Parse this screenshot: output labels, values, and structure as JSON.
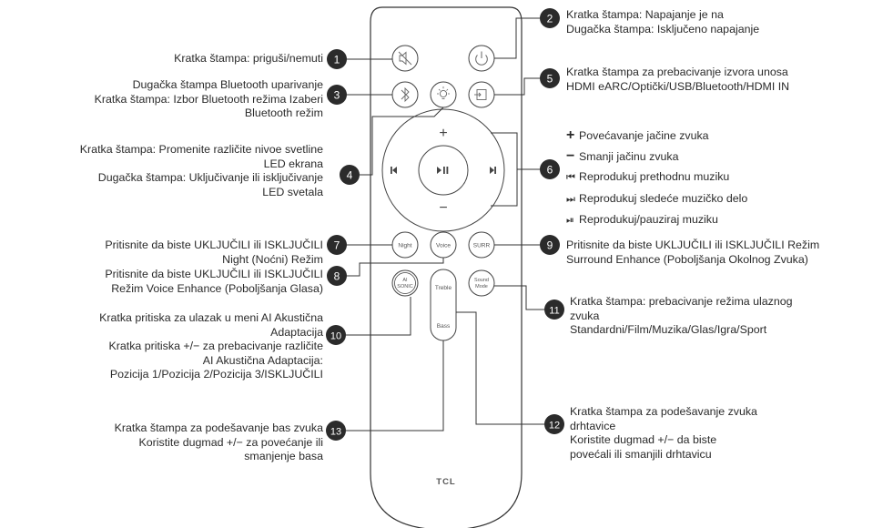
{
  "remote": {
    "brand": "TCL",
    "buttons": {
      "night": "Night",
      "voice": "Voice",
      "surr": "SURR",
      "ai_sonic_line1": "AI",
      "ai_sonic_line2": "SONIC",
      "treble": "Treble",
      "bass": "Bass",
      "sound_mode_line1": "Sound",
      "sound_mode_line2": "Mode",
      "vol_plus": "+",
      "vol_minus": "−"
    }
  },
  "callouts": [
    {
      "num": "1",
      "lines": [
        "Kratka štampa: priguši/nemuti"
      ]
    },
    {
      "num": "2",
      "lines": [
        "Kratka štampa: Napajanje je na",
        "Dugačka štampa: Isključeno napajanje"
      ]
    },
    {
      "num": "3",
      "lines": [
        "Dugačka štampa Bluetooth uparivanje",
        "Kratka štampa: Izbor Bluetooth režima Izaberi",
        "Bluetooth režim"
      ]
    },
    {
      "num": "4",
      "lines": [
        "Kratka štampa: Promenite različite nivoe svetline",
        "LED ekrana",
        "Dugačka štampa: Uključivanje ili isključivanje",
        "LED svetala"
      ]
    },
    {
      "num": "5",
      "lines": [
        "Kratka štampa za prebacivanje izvora unosa",
        "HDMI eARC/Optički/USB/Bluetooth/HDMI IN"
      ]
    },
    {
      "num": "6",
      "items": [
        {
          "glyph": "+",
          "text": "Povećavanje jačine zvuka"
        },
        {
          "glyph": "−",
          "text": "Smanji jačinu zvuka"
        },
        {
          "glyph": "⏮",
          "text": "Reprodukuj prethodnu muziku"
        },
        {
          "glyph": "⏭",
          "text": "Reprodukuj sledeće muzičko delo"
        },
        {
          "glyph": "⏯",
          "text": "Reprodukuj/pauziraj muziku"
        }
      ]
    },
    {
      "num": "7",
      "lines": [
        "Pritisnite da biste UKLJUČILI ili ISKLJUČILI",
        "Night (Noćni) Režim"
      ]
    },
    {
      "num": "8",
      "lines": [
        "Pritisnite da biste UKLJUČILI ili ISKLJUČILI",
        "Režim Voice Enhance (Poboljšanja Glasa)"
      ]
    },
    {
      "num": "9",
      "lines": [
        "Pritisnite da biste UKLJUČILI ili ISKLJUČILI Režim",
        "Surround Enhance (Poboljšanja Okolnog Zvuka)"
      ]
    },
    {
      "num": "10",
      "lines": [
        "Kratka pritiska za ulazak u meni AI Akustična",
        "Adaptacija",
        "Kratka pritiska +/− za prebacivanje različite",
        "AI Akustična Adaptacija:",
        "Pozicija 1/Pozicija 2/Pozicija 3/ISKLJUČILI"
      ]
    },
    {
      "num": "11",
      "lines": [
        "Kratka štampa: prebacivanje režima ulaznog",
        "zvuka",
        "Standardni/Film/Muzika/Glas/Igra/Sport"
      ]
    },
    {
      "num": "12",
      "lines": [
        "Kratka štampa za podešavanje zvuka",
        "drhtavice",
        "Koristite dugmad +/− da biste",
        "povećali ili smanjili drhtavicu"
      ]
    },
    {
      "num": "13",
      "lines": [
        "Kratka štampa za podešavanje bas zvuka",
        "Koristite dugmad +/− za povećanje ili",
        "smanjenje basa"
      ]
    }
  ]
}
